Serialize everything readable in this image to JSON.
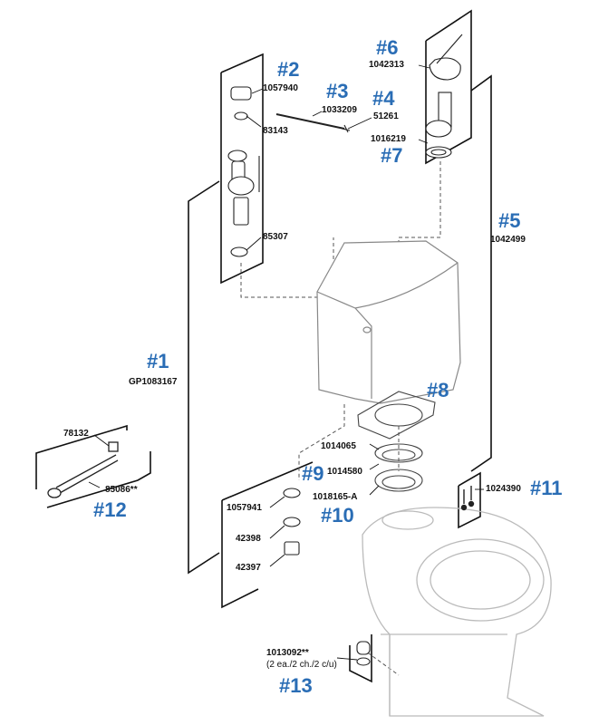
{
  "callouts": {
    "c1": "#1",
    "c2": "#2",
    "c3": "#3",
    "c4": "#4",
    "c5": "#5",
    "c6": "#6",
    "c7": "#7",
    "c8": "#8",
    "c9": "#9",
    "c10": "#10",
    "c11": "#11",
    "c12": "#12",
    "c13": "#13"
  },
  "part_numbers": {
    "p1": "GP1083167",
    "p2": "1057940",
    "p2b": "83143",
    "p3": "1033209",
    "p4": "51261",
    "p5": "1042499",
    "p6": "1042313",
    "p7": "1016219",
    "p1b": "85307",
    "p8": "1014065",
    "p9": "1014580",
    "p10": "1018165-A",
    "p11": "1024390",
    "p12a": "78132",
    "p12b": "85086**",
    "p9a": "1057941",
    "p9b": "42398",
    "p9c": "42397",
    "p13": "1013092**",
    "p13note": "(2 ea./2 ch./2 c/u)"
  },
  "colors": {
    "callout": "#2a6db5",
    "line": "#111111",
    "part": "#777777"
  }
}
